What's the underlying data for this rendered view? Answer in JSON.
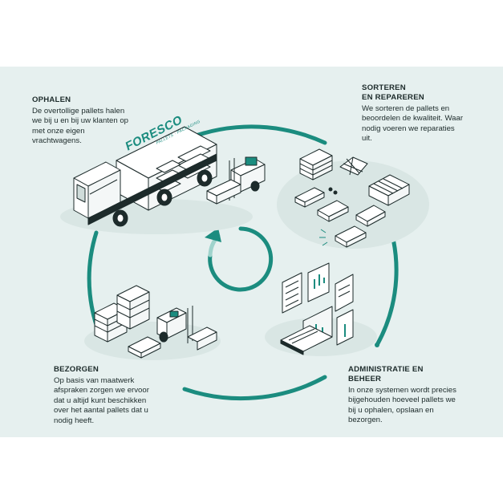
{
  "steps": {
    "ophalen": {
      "title": "OPHALEN",
      "text": "De overtollige pallets halen we bij u en bij uw klanten op met onze eigen vrachtwagens.",
      "icon": "truck-forklift-illustration"
    },
    "sorteren": {
      "title_line1": "SORTEREN",
      "title_line2": "EN REPAREREN",
      "text": "We sorteren de pallets en beoordelen de kwaliteit. Waar nodig voeren we reparaties uit.",
      "icon": "pallet-sorting-illustration"
    },
    "bezorgen": {
      "title": "BEZORGEN",
      "text": "Op basis van maatwerk afspraken zorgen we ervoor dat u altijd kunt beschikken over het aantal pallets dat u nodig heeft.",
      "icon": "forklift-pallets-illustration"
    },
    "administratie": {
      "title_line1": "ADMINISTRATIE EN",
      "title_line2": "BEHEER",
      "text": "In onze systemen wordt precies bijgehouden hoeveel pallets we bij u ophalen, opslaan en bezorgen.",
      "icon": "laptop-screens-illustration"
    }
  },
  "truck": {
    "brand": "FORESCO",
    "tagline": "PALLETS · PACKAGING"
  },
  "colors": {
    "panel": "#e6f0ef",
    "teal": "#1b8c7f",
    "light_teal": "#9fd3cc",
    "ink": "#1d2b2b"
  }
}
